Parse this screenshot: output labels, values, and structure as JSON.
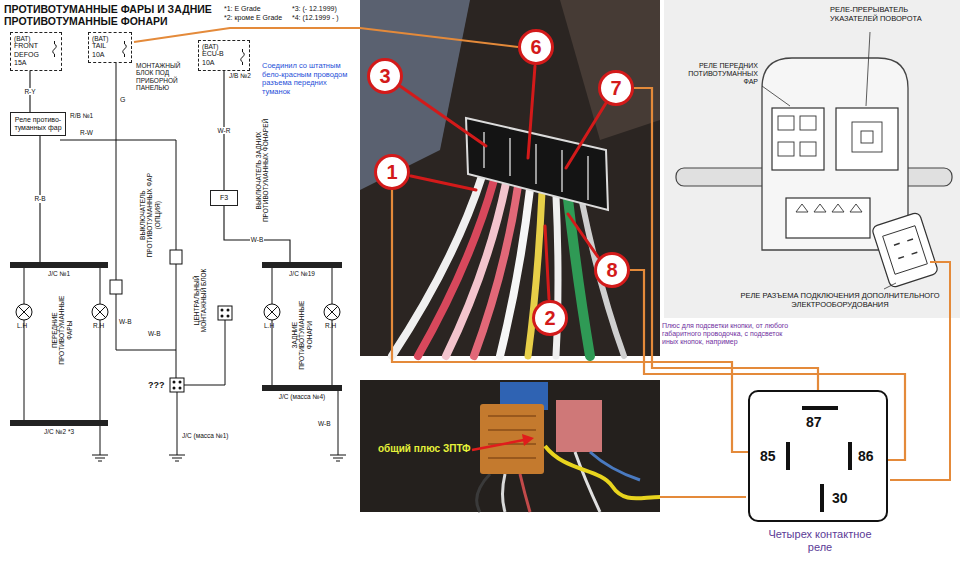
{
  "diagram": {
    "title": "ПРОТИВОТУМАННЫЕ ФАРЫ И ЗАДНИЕ ПРОТИВОТУМАННЫЕ ФОНАРИ",
    "nodes": [
      {
        "text": [
          "(BAT)",
          "FRONT DEFOG 15A"
        ]
      },
      {
        "text": [
          "(BAT)",
          "TAIL 10A"
        ]
      },
      {
        "text": [
          "(BAT)",
          "ECU-B 10A"
        ]
      },
      {
        "text": [
          "Реле противо-туманных фар"
        ]
      },
      {
        "text": [
          "F3"
        ]
      },
      {
        "text": [
          "J/C №1"
        ]
      },
      {
        "text": [
          "J/C №19"
        ]
      },
      {
        "text": [
          "J/C №2 *3"
        ]
      },
      {
        "text": [
          "J/C (масса №4)"
        ]
      },
      {
        "text": [
          "3"
        ]
      },
      {
        "text": [
          "6"
        ]
      },
      {
        "text": [
          "7"
        ]
      },
      {
        "text": [
          "1"
        ]
      },
      {
        "text": [
          "8"
        ]
      },
      {
        "text": [
          "2"
        ]
      },
      {
        "text": [
          "87",
          "85",
          "86",
          "30",
          "Четырех контактное реле"
        ]
      }
    ],
    "edges": [
      {
        "from": 0,
        "to": 3,
        "arrow": "none",
        "label": "R-Y"
      },
      {
        "from": 3,
        "to": 5,
        "arrow": "none",
        "label": "R-B"
      },
      {
        "from": 2,
        "to": 4,
        "arrow": "none",
        "label": "W-R"
      },
      {
        "from": 4,
        "to": 6,
        "arrow": "none",
        "label": "W-B"
      },
      {
        "from": 12,
        "to": 15,
        "arrow": "none"
      },
      {
        "from": 11,
        "to": 15,
        "arrow": "none"
      },
      {
        "from": 13,
        "to": 15,
        "arrow": "none"
      }
    ],
    "labels": [
      "*1: E Grade",
      "*2: кроме E Grade",
      "*3: (- 12.1999)",
      "*4: (12.1999 - )",
      "МОНТАЖНЫЙ БЛОК ПОД ПРИБОРНОЙ ПАНЕЛЬЮ",
      "J/B №2",
      "R/B №1",
      "Соединил со штатным бело-красным проводом разъема передних туманок",
      "G",
      "R-W",
      "W-B",
      "W-B",
      "W-B",
      "ВЫКЛЮЧАТЕЛЬ ПРОТИВОТУМАННЫХ ФАР (ОПЦИЯ)",
      "ВЫКЛЮЧАТЕЛЬ ЗАДНИХ ПРОТИВОТУМАННЫХ ФОНАРЕЙ",
      "ПЕРЕДНИЕ ПРОТИВОТУМАННЫЕ ФАРЫ",
      "ЗАДНИЕ ПРОТИВОТУМАННЫЕ ФОНАРИ",
      "ЦЕНТРАЛЬНЫЙ МОНТАЖНЫЙ БЛОК",
      "L.H",
      "R.H",
      "L.H",
      "R.H",
      "???",
      "J/C (масса №1)",
      "общий плюс ЗПТФ",
      "РЕЛЕ ПЕРЕДНИХ ПОТИВОТУМАННЫХ ФАР",
      "РЕЛЕ-ПРЕРЫВАТЕЛЬ УКАЗАТЕЛЕЙ ПОВОРОТА",
      "РЕЛЕ РАЗЪЕМА ПОДКЛЮЧЕНИЯ ДОПОЛНИТЕЛЬНОГО ЭЛЕКТРООБОРУДОВАНИЯ",
      "Плюс для подсветки кнопки, от любого габаритного проводочка, с подсветок иных кнопок, например"
    ]
  }
}
